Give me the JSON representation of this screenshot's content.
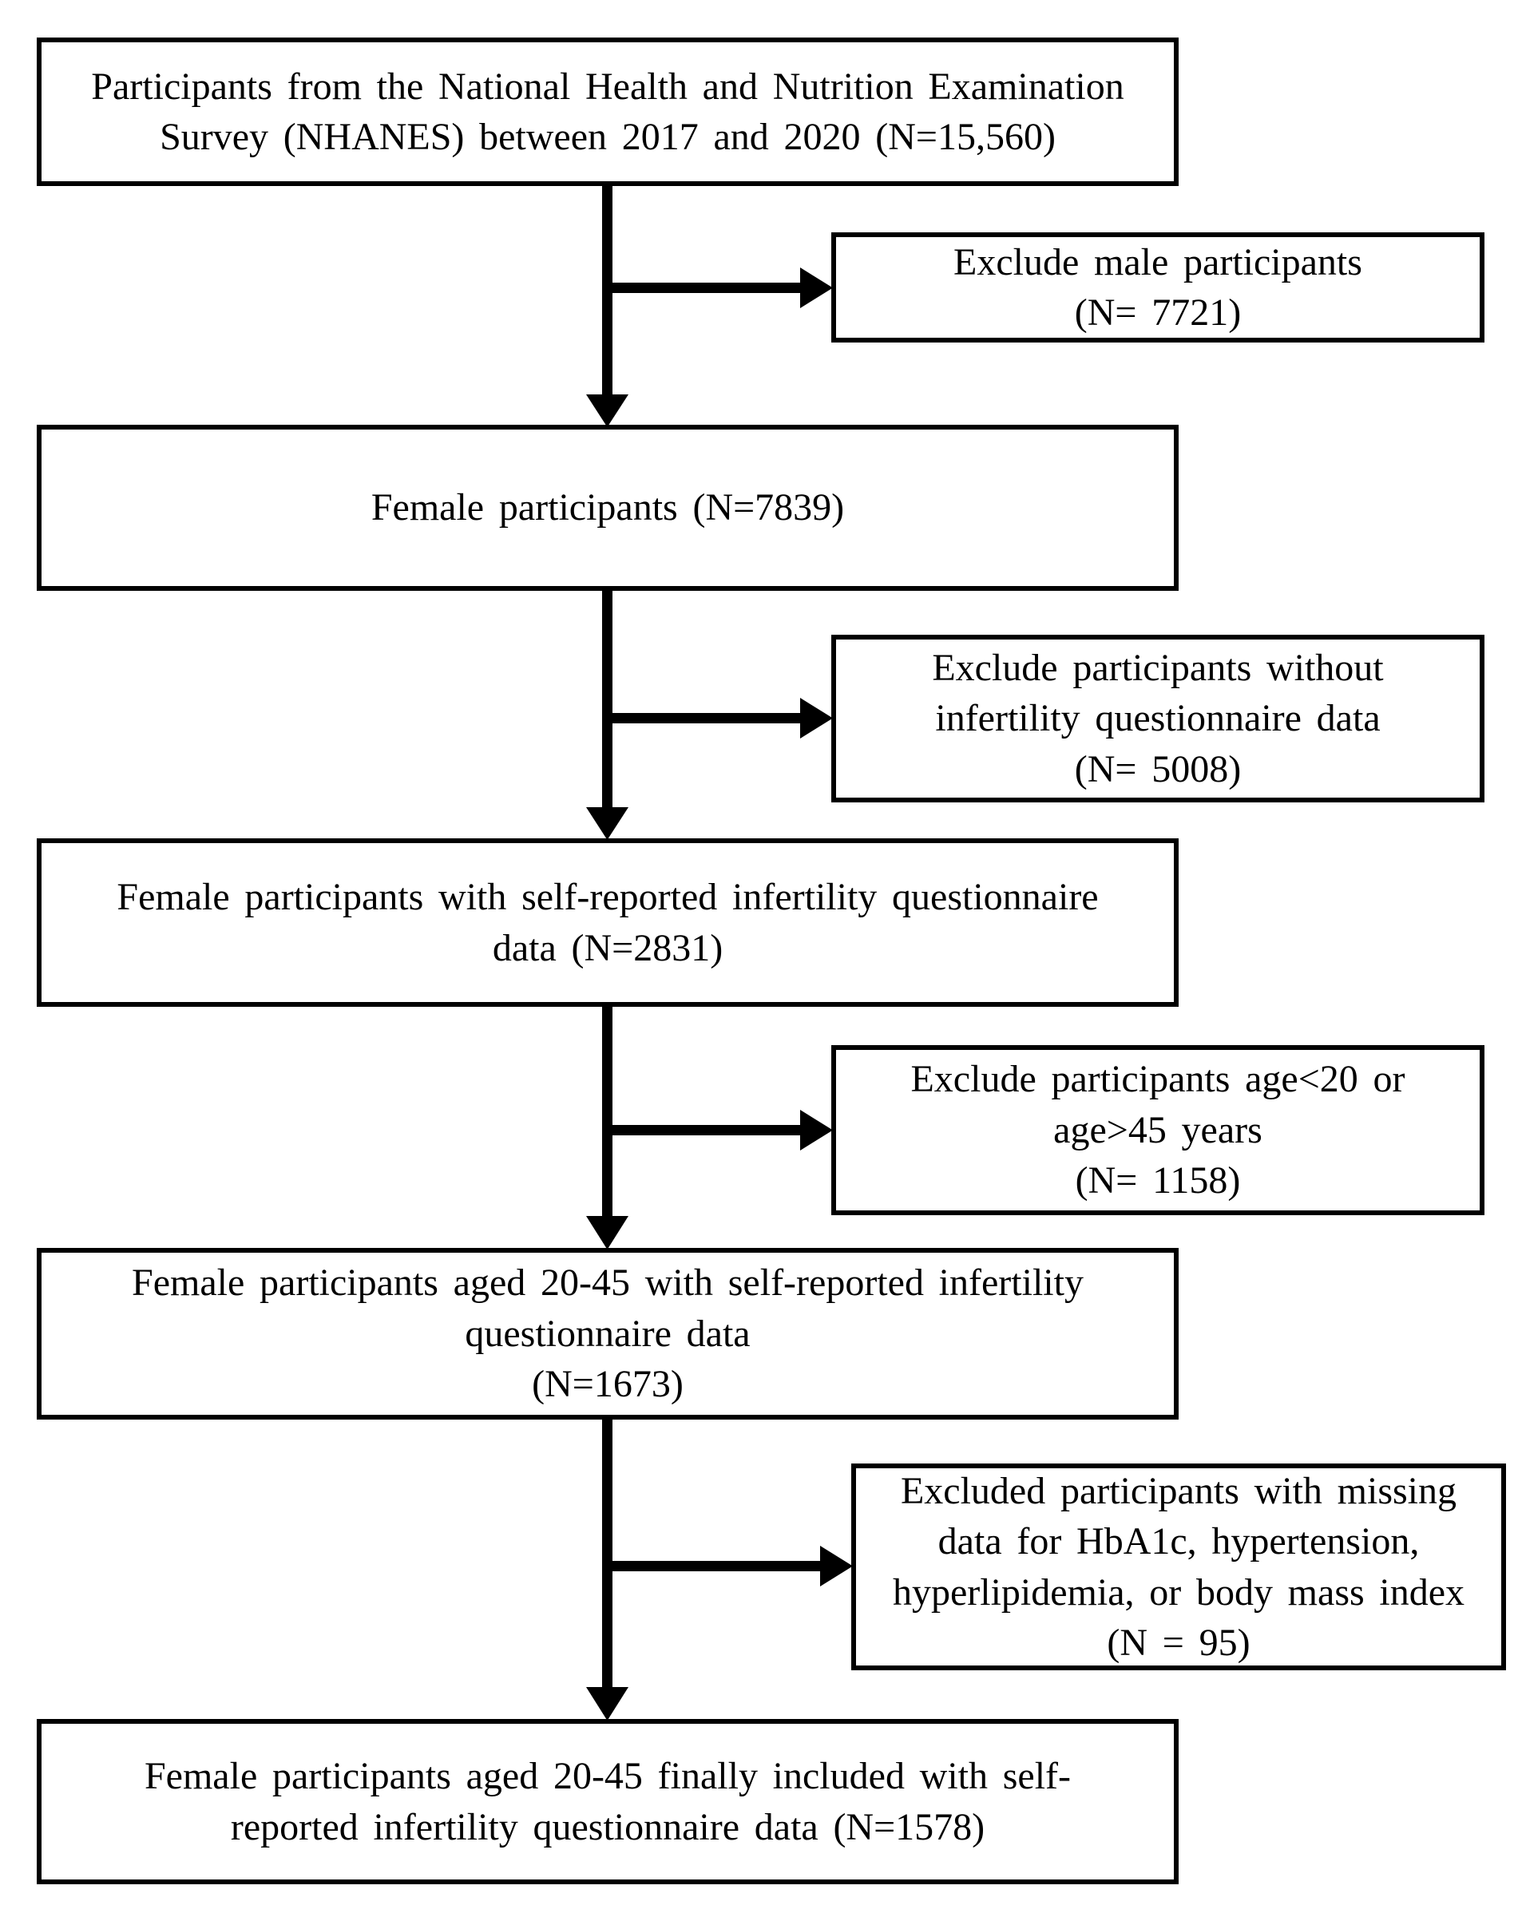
{
  "flowchart": {
    "steps": [
      {
        "id": "nhanes-participants",
        "lines": [
          "Participants from the National Health and Nutrition Examination",
          "Survey (NHANES) between 2017 and 2020 (N=15,560)"
        ],
        "n": "15,560"
      },
      {
        "id": "female-participants",
        "lines": [
          "Female participants (N=7839)"
        ],
        "n": "7839"
      },
      {
        "id": "female-with-infertility-questionnaire",
        "lines": [
          "Female participants with self-reported infertility questionnaire",
          "data (N=2831)"
        ],
        "n": "2831"
      },
      {
        "id": "female-aged-20-45",
        "lines": [
          "Female participants aged 20-45 with self-reported infertility",
          "questionnaire data",
          "(N=1673)"
        ],
        "n": "1673"
      },
      {
        "id": "final-included",
        "lines": [
          "Female participants aged 20-45 finally included with self-",
          "reported infertility questionnaire data (N=1578)"
        ],
        "n": "1578"
      }
    ],
    "exclusions": [
      {
        "id": "exclude-male",
        "lines": [
          "Exclude male participants",
          "(N= 7721)"
        ],
        "n": "7721"
      },
      {
        "id": "exclude-without-questionnaire",
        "lines": [
          "Exclude participants without",
          "infertility questionnaire data",
          "(N= 5008)"
        ],
        "n": "5008"
      },
      {
        "id": "exclude-age-range",
        "lines": [
          "Exclude participants age<20 or",
          "age>45 years",
          "(N= 1158)"
        ],
        "n": "1158"
      },
      {
        "id": "exclude-missing-data",
        "lines": [
          "Excluded participants with missing",
          "data for HbA1c, hypertension,",
          "hyperlipidemia, or body mass index",
          "(N = 95)"
        ],
        "n": "95"
      }
    ],
    "colors": {
      "line": "#000000",
      "text": "#000000",
      "background": "#ffffff"
    }
  }
}
